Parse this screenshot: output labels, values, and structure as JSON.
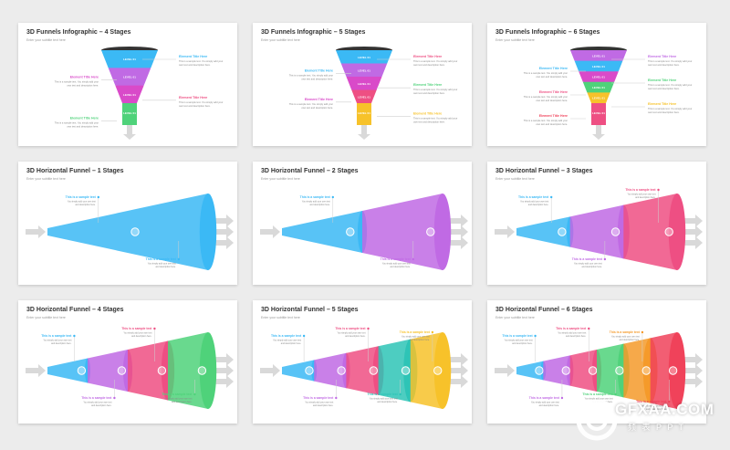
{
  "subtitle": "Enter your subtitle text here",
  "slides": [
    {
      "title": "3D Funnels Infographic – 4 Stages"
    },
    {
      "title": "3D Funnels Infographic – 5 Stages"
    },
    {
      "title": "3D Funnels Infographic – 6 Stages"
    },
    {
      "title": "3D Horizontal Funnel – 1 Stages"
    },
    {
      "title": "3D Horizontal Funnel – 2 Stages"
    },
    {
      "title": "3D Horizontal Funnel – 3 Stages"
    },
    {
      "title": "3D Horizontal Funnel – 4 Stages"
    },
    {
      "title": "3D Horizontal Funnel – 5 Stages"
    },
    {
      "title": "3D Horizontal Funnel – 6 Stages"
    }
  ],
  "labels": {
    "element_title": "Element Title Here",
    "sample_text": "This is a sample text",
    "body_text": "This is a sample text. You simply add your own text and description here.",
    "level": "LEVEL 01"
  },
  "colors": {
    "blue": "#3bb9f5",
    "purple": "#c06ae4",
    "magenta": "#d94ac9",
    "pink": "#ee4f83",
    "green": "#4fd27a",
    "yellow": "#f7c22a",
    "teal": "#2ec4b6",
    "red": "#f0425a",
    "orange": "#f59a2a",
    "dark": "#333333"
  },
  "watermark": {
    "text": "GFXAA.COM",
    "sub": "频 表 P P T"
  }
}
